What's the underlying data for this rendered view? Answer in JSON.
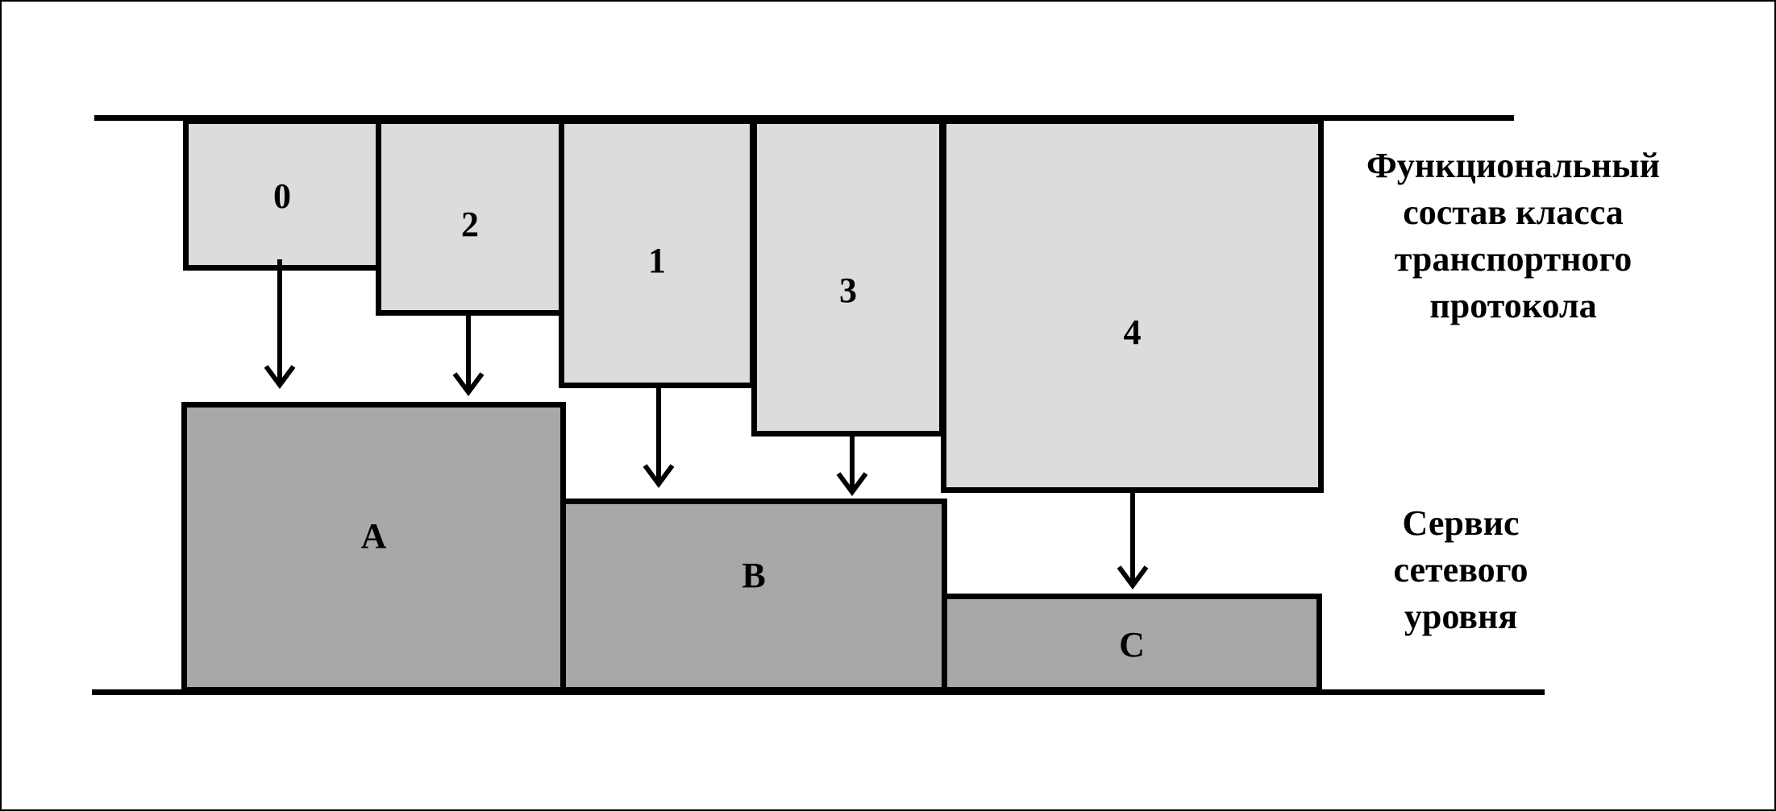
{
  "colors": {
    "light": "#dcdcdc",
    "dark": "#a8a8a8",
    "stroke": "#000000"
  },
  "functions": [
    "0",
    "2",
    "1",
    "3",
    "4"
  ],
  "services": [
    "A",
    "B",
    "C"
  ],
  "labels": {
    "functional": [
      "Функциональный",
      "состав класса",
      "транспортного",
      "протокола"
    ],
    "service": [
      "Сервис",
      "сетевого",
      "уровня"
    ]
  }
}
